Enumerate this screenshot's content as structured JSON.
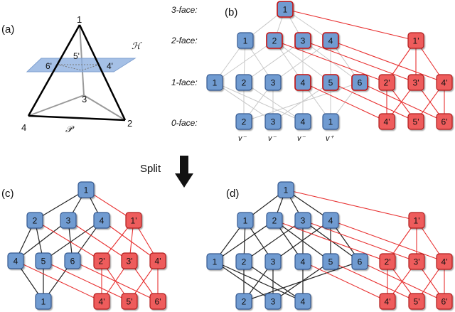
{
  "panels": {
    "a": "(a)",
    "b": "(b)",
    "c": "(c)",
    "d": "(d)"
  },
  "tetra": {
    "vertices": [
      "1",
      "2",
      "3",
      "4"
    ],
    "hyperplane": "ℋ",
    "polytope": "𝒫",
    "cut_labels": [
      "6'",
      "5'",
      "4'"
    ]
  },
  "face_levels": [
    "3-face:",
    "2-face:",
    "1-face:",
    "0-face:"
  ],
  "vertex_signs": [
    "v⁻",
    "v⁻",
    "v⁻",
    "v⁺"
  ],
  "split_label": "Split",
  "colors": {
    "blue_fill": "#6f9bd1",
    "red_fill": "#ee5b5b",
    "gray_edge": "#c8c8c8",
    "red_edge": "#e83030",
    "black_edge": "#222222",
    "plane": "#8fb0e0"
  },
  "lattice_b": {
    "nodes": [
      {
        "id": "b3_1",
        "text": "1",
        "c": "b",
        "hl": true
      },
      {
        "id": "b2_1",
        "text": "1",
        "c": "b"
      },
      {
        "id": "b2_2",
        "text": "2",
        "c": "b",
        "hl": true
      },
      {
        "id": "b2_3",
        "text": "3",
        "c": "b",
        "hl": true
      },
      {
        "id": "b2_4",
        "text": "4",
        "c": "b",
        "hl": true
      },
      {
        "id": "b2_1p",
        "text": "1'",
        "c": "r"
      },
      {
        "id": "b1_1",
        "text": "1",
        "c": "b"
      },
      {
        "id": "b1_2",
        "text": "2",
        "c": "b"
      },
      {
        "id": "b1_3",
        "text": "3",
        "c": "b"
      },
      {
        "id": "b1_4",
        "text": "4",
        "c": "b",
        "hl": true
      },
      {
        "id": "b1_5",
        "text": "5",
        "c": "b",
        "hl": true
      },
      {
        "id": "b1_6",
        "text": "6",
        "c": "b",
        "hl": true
      },
      {
        "id": "b1_2p",
        "text": "2'",
        "c": "r"
      },
      {
        "id": "b1_3p",
        "text": "3'",
        "c": "r"
      },
      {
        "id": "b1_4p",
        "text": "4'",
        "c": "r"
      },
      {
        "id": "b0_2",
        "text": "2",
        "c": "b"
      },
      {
        "id": "b0_3",
        "text": "3",
        "c": "b"
      },
      {
        "id": "b0_4",
        "text": "4",
        "c": "b"
      },
      {
        "id": "b0_1",
        "text": "1",
        "c": "b"
      },
      {
        "id": "b0_4p",
        "text": "4'",
        "c": "r"
      },
      {
        "id": "b0_5p",
        "text": "5'",
        "c": "r"
      },
      {
        "id": "b0_6p",
        "text": "6'",
        "c": "r"
      }
    ],
    "edges": [
      [
        "b3_1",
        "b2_1",
        "g"
      ],
      [
        "b3_1",
        "b2_2",
        "g"
      ],
      [
        "b3_1",
        "b2_3",
        "g"
      ],
      [
        "b3_1",
        "b2_4",
        "g"
      ],
      [
        "b3_1",
        "b2_1p",
        "r"
      ],
      [
        "b2_1",
        "b1_1",
        "g"
      ],
      [
        "b2_1",
        "b1_2",
        "g"
      ],
      [
        "b2_1",
        "b1_3",
        "g"
      ],
      [
        "b2_2",
        "b1_1",
        "g"
      ],
      [
        "b2_2",
        "b1_4",
        "g"
      ],
      [
        "b2_2",
        "b1_5",
        "g"
      ],
      [
        "b2_3",
        "b1_2",
        "g"
      ],
      [
        "b2_3",
        "b1_4",
        "g"
      ],
      [
        "b2_3",
        "b1_6",
        "g"
      ],
      [
        "b2_4",
        "b1_3",
        "g"
      ],
      [
        "b2_4",
        "b1_5",
        "g"
      ],
      [
        "b2_4",
        "b1_6",
        "g"
      ],
      [
        "b2_2",
        "b1_2p",
        "r"
      ],
      [
        "b2_3",
        "b1_3p",
        "r"
      ],
      [
        "b2_4",
        "b1_4p",
        "r"
      ],
      [
        "b2_1p",
        "b1_2p",
        "r"
      ],
      [
        "b2_1p",
        "b1_3p",
        "r"
      ],
      [
        "b2_1p",
        "b1_4p",
        "r"
      ],
      [
        "b1_1",
        "b0_3",
        "g"
      ],
      [
        "b1_1",
        "b0_4",
        "g"
      ],
      [
        "b1_2",
        "b0_2",
        "g"
      ],
      [
        "b1_2",
        "b0_4",
        "g"
      ],
      [
        "b1_3",
        "b0_2",
        "g"
      ],
      [
        "b1_3",
        "b0_3",
        "g"
      ],
      [
        "b1_4",
        "b0_4",
        "g"
      ],
      [
        "b1_4",
        "b0_1",
        "g"
      ],
      [
        "b1_5",
        "b0_3",
        "g"
      ],
      [
        "b1_5",
        "b0_1",
        "g"
      ],
      [
        "b1_6",
        "b0_2",
        "g"
      ],
      [
        "b1_6",
        "b0_1",
        "g"
      ],
      [
        "b1_4",
        "b0_4p",
        "r"
      ],
      [
        "b1_5",
        "b0_5p",
        "r"
      ],
      [
        "b1_6",
        "b0_6p",
        "r"
      ],
      [
        "b1_2p",
        "b0_4p",
        "r"
      ],
      [
        "b1_2p",
        "b0_5p",
        "r"
      ],
      [
        "b1_3p",
        "b0_4p",
        "r"
      ],
      [
        "b1_3p",
        "b0_6p",
        "r"
      ],
      [
        "b1_4p",
        "b0_5p",
        "r"
      ],
      [
        "b1_4p",
        "b0_6p",
        "r"
      ]
    ]
  },
  "lattice_c": {
    "nodes": [
      {
        "id": "c3_1",
        "text": "1",
        "c": "b"
      },
      {
        "id": "c2_2",
        "text": "2",
        "c": "b"
      },
      {
        "id": "c2_3",
        "text": "3",
        "c": "b"
      },
      {
        "id": "c2_4",
        "text": "4",
        "c": "b"
      },
      {
        "id": "c2_1p",
        "text": "1'",
        "c": "r"
      },
      {
        "id": "c1_4",
        "text": "4",
        "c": "b"
      },
      {
        "id": "c1_5",
        "text": "5",
        "c": "b"
      },
      {
        "id": "c1_6",
        "text": "6",
        "c": "b"
      },
      {
        "id": "c1_2p",
        "text": "2'",
        "c": "r"
      },
      {
        "id": "c1_3p",
        "text": "3'",
        "c": "r"
      },
      {
        "id": "c1_4p",
        "text": "4'",
        "c": "r"
      },
      {
        "id": "c0_1",
        "text": "1",
        "c": "b"
      },
      {
        "id": "c0_4p",
        "text": "4'",
        "c": "r"
      },
      {
        "id": "c0_5p",
        "text": "5'",
        "c": "r"
      },
      {
        "id": "c0_6p",
        "text": "6'",
        "c": "r"
      }
    ],
    "edges": [
      [
        "c3_1",
        "c2_2",
        "k"
      ],
      [
        "c3_1",
        "c2_3",
        "k"
      ],
      [
        "c3_1",
        "c2_4",
        "k"
      ],
      [
        "c3_1",
        "c2_1p",
        "r"
      ],
      [
        "c2_2",
        "c1_4",
        "k"
      ],
      [
        "c2_2",
        "c1_5",
        "k"
      ],
      [
        "c2_3",
        "c1_4",
        "k"
      ],
      [
        "c2_3",
        "c1_6",
        "k"
      ],
      [
        "c2_4",
        "c1_5",
        "k"
      ],
      [
        "c2_4",
        "c1_6",
        "k"
      ],
      [
        "c2_2",
        "c1_2p",
        "r"
      ],
      [
        "c2_3",
        "c1_3p",
        "r"
      ],
      [
        "c2_4",
        "c1_4p",
        "r"
      ],
      [
        "c2_1p",
        "c1_2p",
        "r"
      ],
      [
        "c2_1p",
        "c1_3p",
        "r"
      ],
      [
        "c2_1p",
        "c1_4p",
        "r"
      ],
      [
        "c1_4",
        "c0_1",
        "k"
      ],
      [
        "c1_5",
        "c0_1",
        "k"
      ],
      [
        "c1_6",
        "c0_1",
        "k"
      ],
      [
        "c1_4",
        "c0_4p",
        "r"
      ],
      [
        "c1_5",
        "c0_5p",
        "r"
      ],
      [
        "c1_6",
        "c0_6p",
        "r"
      ],
      [
        "c1_2p",
        "c0_4p",
        "r"
      ],
      [
        "c1_2p",
        "c0_5p",
        "r"
      ],
      [
        "c1_3p",
        "c0_4p",
        "r"
      ],
      [
        "c1_3p",
        "c0_6p",
        "r"
      ],
      [
        "c1_4p",
        "c0_5p",
        "r"
      ],
      [
        "c1_4p",
        "c0_6p",
        "r"
      ]
    ]
  },
  "lattice_d": {
    "nodes": [
      {
        "id": "d3_1",
        "text": "1",
        "c": "b"
      },
      {
        "id": "d2_1",
        "text": "1",
        "c": "b"
      },
      {
        "id": "d2_2",
        "text": "2",
        "c": "b"
      },
      {
        "id": "d2_3",
        "text": "3",
        "c": "b"
      },
      {
        "id": "d2_4",
        "text": "4",
        "c": "b"
      },
      {
        "id": "d2_1p",
        "text": "1'",
        "c": "r"
      },
      {
        "id": "d1_1",
        "text": "1",
        "c": "b"
      },
      {
        "id": "d1_2",
        "text": "2",
        "c": "b"
      },
      {
        "id": "d1_3",
        "text": "3",
        "c": "b"
      },
      {
        "id": "d1_4",
        "text": "4",
        "c": "b"
      },
      {
        "id": "d1_5",
        "text": "5",
        "c": "b"
      },
      {
        "id": "d1_6",
        "text": "6",
        "c": "b"
      },
      {
        "id": "d1_2p",
        "text": "2'",
        "c": "r"
      },
      {
        "id": "d1_3p",
        "text": "3'",
        "c": "r"
      },
      {
        "id": "d1_4p",
        "text": "4'",
        "c": "r"
      },
      {
        "id": "d0_2",
        "text": "2",
        "c": "b"
      },
      {
        "id": "d0_3",
        "text": "3",
        "c": "b"
      },
      {
        "id": "d0_4",
        "text": "4",
        "c": "b"
      },
      {
        "id": "d0_4p",
        "text": "4'",
        "c": "r"
      },
      {
        "id": "d0_5p",
        "text": "5'",
        "c": "r"
      },
      {
        "id": "d0_6p",
        "text": "6'",
        "c": "r"
      }
    ],
    "edges": [
      [
        "d3_1",
        "d2_1",
        "k"
      ],
      [
        "d3_1",
        "d2_2",
        "k"
      ],
      [
        "d3_1",
        "d2_3",
        "k"
      ],
      [
        "d3_1",
        "d2_4",
        "k"
      ],
      [
        "d3_1",
        "d2_1p",
        "r"
      ],
      [
        "d2_1",
        "d1_1",
        "k"
      ],
      [
        "d2_1",
        "d1_2",
        "k"
      ],
      [
        "d2_1",
        "d1_3",
        "k"
      ],
      [
        "d2_2",
        "d1_1",
        "k"
      ],
      [
        "d2_2",
        "d1_4",
        "k"
      ],
      [
        "d2_2",
        "d1_5",
        "k"
      ],
      [
        "d2_3",
        "d1_2",
        "k"
      ],
      [
        "d2_3",
        "d1_4",
        "k"
      ],
      [
        "d2_3",
        "d1_6",
        "k"
      ],
      [
        "d2_4",
        "d1_3",
        "k"
      ],
      [
        "d2_4",
        "d1_5",
        "k"
      ],
      [
        "d2_4",
        "d1_6",
        "k"
      ],
      [
        "d2_2",
        "d1_2p",
        "r"
      ],
      [
        "d2_3",
        "d1_3p",
        "r"
      ],
      [
        "d2_4",
        "d1_4p",
        "r"
      ],
      [
        "d2_1p",
        "d1_2p",
        "r"
      ],
      [
        "d2_1p",
        "d1_3p",
        "r"
      ],
      [
        "d2_1p",
        "d1_4p",
        "r"
      ],
      [
        "d1_1",
        "d0_3",
        "k"
      ],
      [
        "d1_1",
        "d0_4",
        "k"
      ],
      [
        "d1_2",
        "d0_2",
        "k"
      ],
      [
        "d1_2",
        "d0_4",
        "k"
      ],
      [
        "d1_3",
        "d0_2",
        "k"
      ],
      [
        "d1_3",
        "d0_3",
        "k"
      ],
      [
        "d1_4",
        "d0_4",
        "k"
      ],
      [
        "d1_5",
        "d0_3",
        "k"
      ],
      [
        "d1_6",
        "d0_2",
        "k"
      ],
      [
        "d1_4",
        "d0_4p",
        "r"
      ],
      [
        "d1_5",
        "d0_5p",
        "r"
      ],
      [
        "d1_6",
        "d0_6p",
        "r"
      ],
      [
        "d1_2p",
        "d0_4p",
        "r"
      ],
      [
        "d1_2p",
        "d0_5p",
        "r"
      ],
      [
        "d1_3p",
        "d0_4p",
        "r"
      ],
      [
        "d1_3p",
        "d0_6p",
        "r"
      ],
      [
        "d1_4p",
        "d0_5p",
        "r"
      ],
      [
        "d1_4p",
        "d0_6p",
        "r"
      ]
    ]
  }
}
